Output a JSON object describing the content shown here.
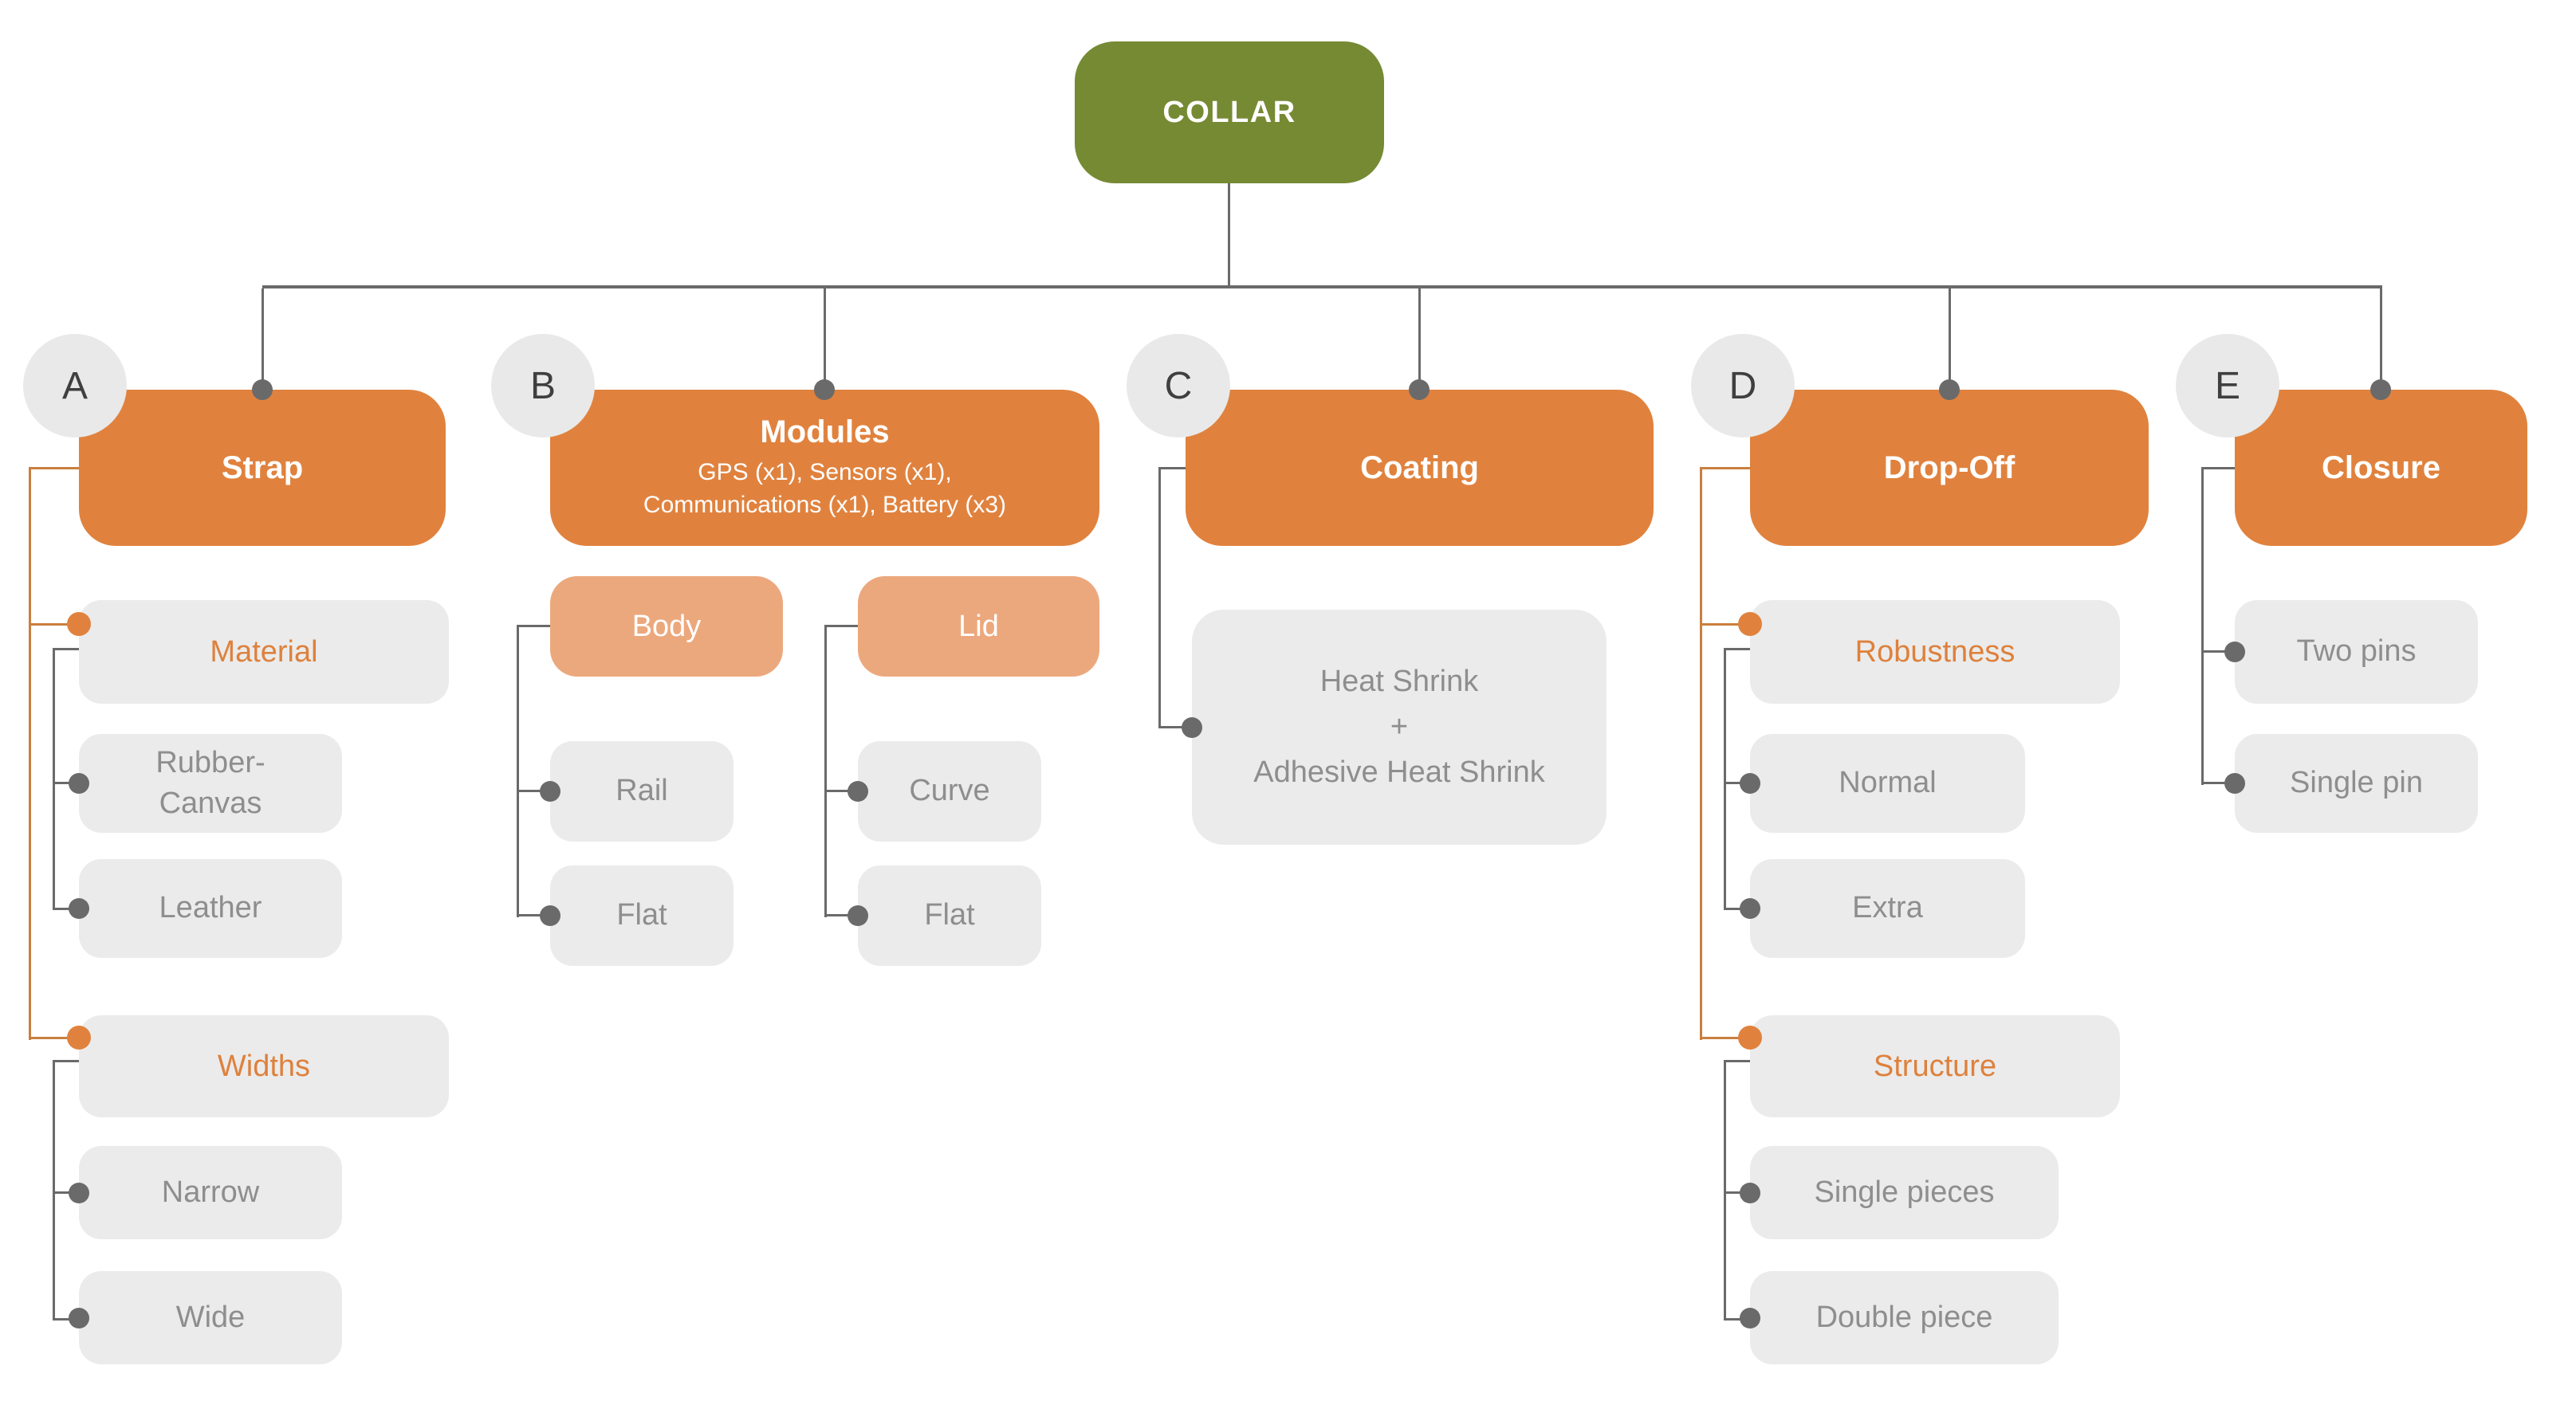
{
  "root": {
    "label": "COLLAR"
  },
  "colors": {
    "root_fill": "#768A34",
    "branch_fill": "#E0823E",
    "subheader_fill": "#ECA87D",
    "option_fill": "#EBEBEB",
    "option_text": "#8E8E8E",
    "category_text": "#DE813C",
    "connector_gray": "#6A6A6A",
    "connector_orange": "#C97F3F",
    "badge_fill": "#E9E9E9",
    "badge_text": "#3F3F3F"
  },
  "branches": [
    {
      "id": "A",
      "title": "Strap",
      "sections": [
        {
          "label": "Material",
          "options": [
            [
              "Rubber-",
              "Canvas"
            ],
            "Leather"
          ]
        },
        {
          "label": "Widths",
          "options": [
            "Narrow",
            "Wide"
          ]
        }
      ]
    },
    {
      "id": "B",
      "title": "Modules",
      "subtitle": [
        "GPS (x1), Sensors (x1),",
        "Communications (x1), Battery (x3)"
      ],
      "sections": [
        {
          "label": "Body",
          "options": [
            "Rail",
            "Flat"
          ]
        },
        {
          "label": "Lid",
          "options": [
            "Curve",
            "Flat"
          ]
        }
      ]
    },
    {
      "id": "C",
      "title": "Coating",
      "sections": [
        {
          "options": [
            [
              "Heat Shrink",
              "+",
              "Adhesive Heat Shrink"
            ]
          ]
        }
      ]
    },
    {
      "id": "D",
      "title": "Drop-Off",
      "sections": [
        {
          "label": "Robustness",
          "options": [
            "Normal",
            "Extra"
          ]
        },
        {
          "label": "Structure",
          "options": [
            "Single pieces",
            "Double piece"
          ]
        }
      ]
    },
    {
      "id": "E",
      "title": "Closure",
      "sections": [
        {
          "options": [
            "Two pins",
            "Single pin"
          ]
        }
      ]
    }
  ]
}
